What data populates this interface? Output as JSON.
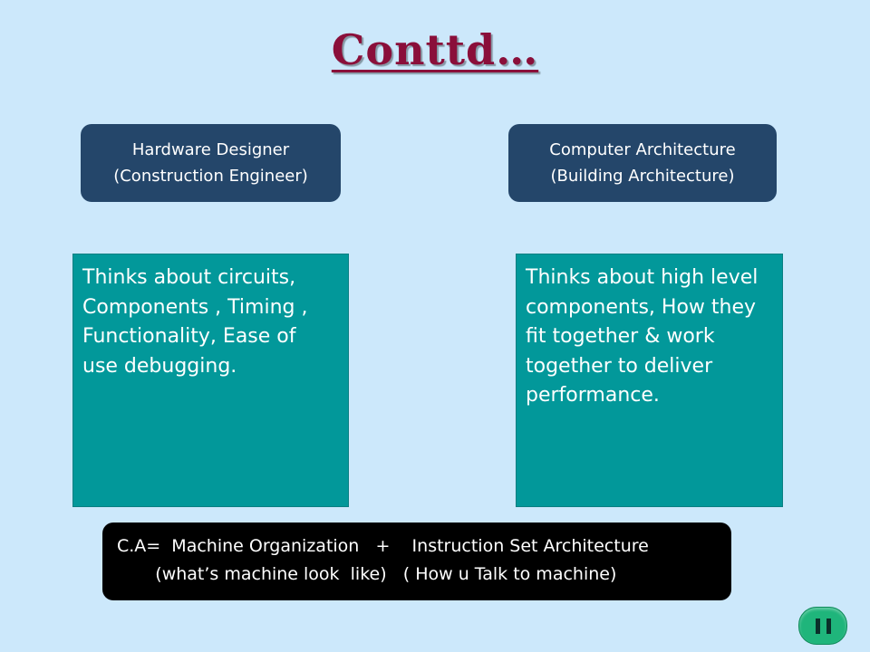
{
  "slide": {
    "title": "Conttd…",
    "left_role": {
      "line1": "Hardware Designer",
      "line2": "(Construction Engineer)"
    },
    "right_role": {
      "line1": "Computer Architecture",
      "line2": "(Building Architecture)"
    },
    "left_description": "Thinks about  circuits,\nComponents , Timing ,\nFunctionality, Ease of\nuse debugging.",
    "right_description": "Thinks about high level\ncomponents, How they\nfit together  & work\ntogether  to deliver\nperformance.",
    "formula": {
      "line1": "C.A=  Machine Organization   +    Instruction Set Architecture",
      "line2": "       (what’s machine look  like)   ( How u Talk to machine)"
    },
    "nav_button": {
      "icon": "pause-icon"
    }
  },
  "colors": {
    "background": "#cce8fb",
    "title": "#8a0f3a",
    "role_box": "#24466a",
    "description_box": "#02989a",
    "formula_box": "#000000",
    "nav_button": "#1fb57b"
  }
}
